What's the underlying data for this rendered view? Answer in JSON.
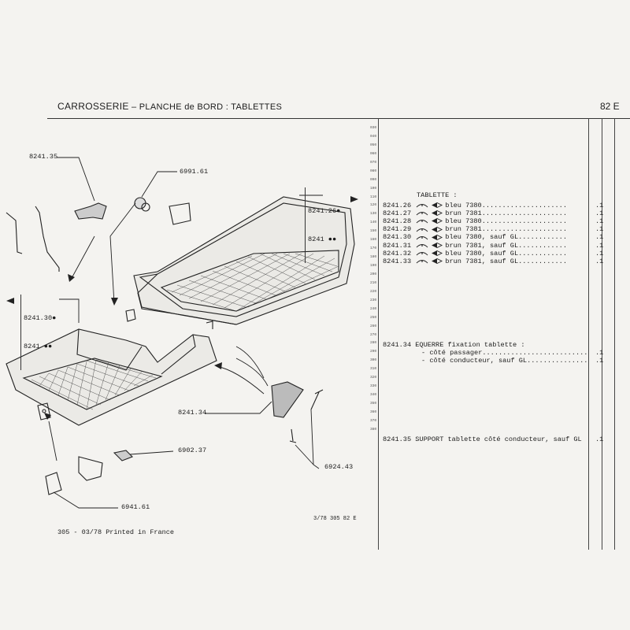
{
  "header": {
    "section": "CARROSSERIE",
    "dash": "–",
    "subtitle": "PLANCHE de BORD : TABLETTES",
    "page_number": "82 E"
  },
  "scale_ticks": [
    "030",
    "040",
    "050",
    "060",
    "070",
    "080",
    "090",
    "100",
    "110",
    "120",
    "130",
    "140",
    "150",
    "160",
    "170",
    "180",
    "190",
    "200",
    "210",
    "220",
    "230",
    "240",
    "250",
    "260",
    "270",
    "280",
    "290",
    "300",
    "310",
    "320",
    "330",
    "340",
    "350",
    "360",
    "370",
    "380"
  ],
  "diagram_refs": {
    "r1": "8241.35",
    "r2": "6991.61",
    "r3a": "8241.26●",
    "r3b": "8241 ●●",
    "r4a": "8241.30●",
    "r4b": "8241 ●●",
    "r5": "8241.34",
    "r6": "6902.37",
    "r7": "6924.43",
    "r8": "6941.61"
  },
  "parts": {
    "heading": "TABLETTE :",
    "items": [
      {
        "ref": "8241.26",
        "desc": "bleu 7380.....................",
        "qty": ".1"
      },
      {
        "ref": "8241.27",
        "desc": "brun 7381.....................",
        "qty": ".1"
      },
      {
        "ref": "8241.28",
        "desc": "bleu 7380.....................",
        "qty": ".1"
      },
      {
        "ref": "8241.29",
        "desc": "brun 7381.....................",
        "qty": ".1"
      },
      {
        "ref": "8241.30",
        "desc": "bleu 7380, sauf GL............",
        "qty": ".1"
      },
      {
        "ref": "8241.31",
        "desc": "brun 7381, sauf GL............",
        "qty": ".1"
      },
      {
        "ref": "8241.32",
        "desc": "bleu 7380, sauf GL............",
        "qty": ".1"
      },
      {
        "ref": "8241.33",
        "desc": "brun 7381, sauf GL............",
        "qty": ".1"
      }
    ],
    "equerre": {
      "line": "8241.34 EQUERRE fixation tablette :",
      "sub1": "- côté passager..........................",
      "qty1": ".1",
      "sub2": "- côté conducteur, sauf GL...............",
      "qty2": ".1"
    },
    "support": {
      "line": "8241.35 SUPPORT tablette côté conducteur, sauf GL",
      "qty": ".1"
    }
  },
  "footer": {
    "print": "305 - 03/78 Printed in France",
    "code": "3/78 305 82 E"
  }
}
